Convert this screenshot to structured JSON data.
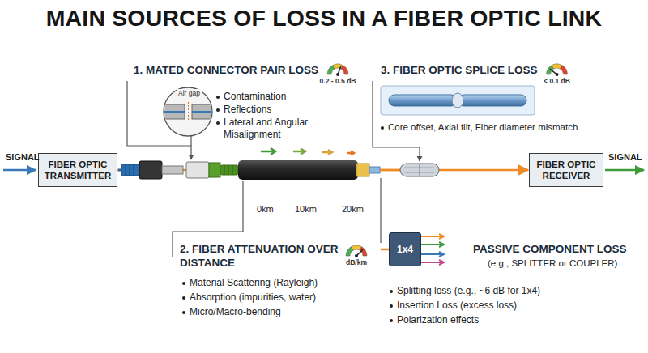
{
  "diagram": {
    "title": "MAIN SOURCES OF LOSS IN A FIBER OPTIC LINK",
    "nodes": [
      {
        "text": [
          "FIBER OPTIC TRANSMITTER"
        ]
      },
      {
        "text": [
          "FIBER OPTIC RECEIVER"
        ]
      },
      {
        "text": [
          "1x4"
        ]
      }
    ],
    "edges": [
      {
        "from": 0,
        "to": 1,
        "arrow": "to"
      }
    ],
    "labels": [
      "1. MATED CONNECTOR PAIR LOSS",
      "3. FIBER OPTIC SPLICE LOSS",
      "0.2 - 0.5 dB",
      "< 0.1 dB",
      "Air gap",
      "Contamination",
      "Reflections",
      "Lateral and Angular Misalignment",
      "Core offset, Axial tilt, Fiber diameter mismatch",
      "SIGNAL",
      "SIGNAL",
      "0km",
      "10km",
      "20km",
      "PASSIVE COMPONENT LOSS",
      "2. FIBER ATTENUATION OVER DISTANCE",
      "(e.g., SPLITTER or COUPLER)",
      "dB/km",
      "Material Scattering (Rayleigh)",
      "Splitting loss (e.g., ~6 dB for 1x4)",
      "Absorption (impurities, water)",
      "Insertion Loss (excess loss)",
      "Micro/Macro-bending",
      "Polarization effects"
    ]
  }
}
